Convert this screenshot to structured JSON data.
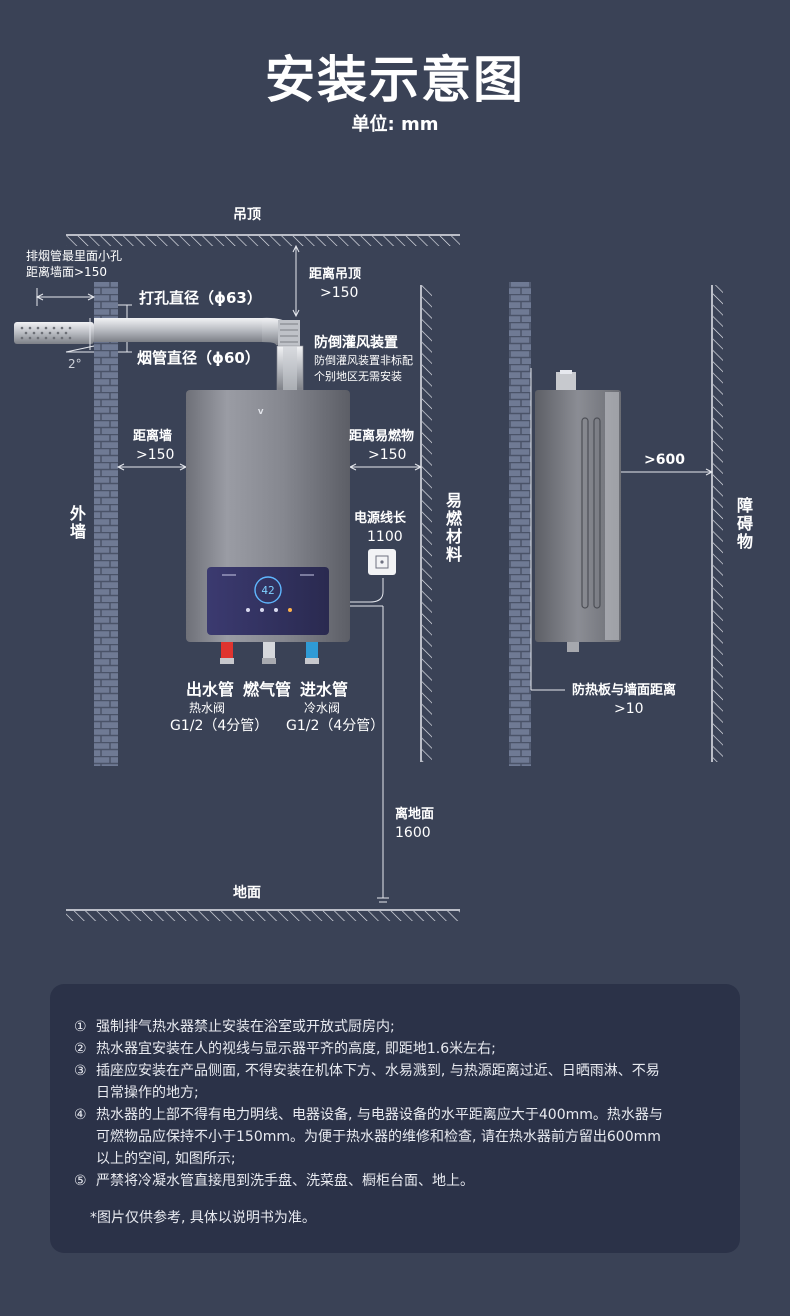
{
  "header": {
    "title": "安装示意图",
    "unit": "单位: mm"
  },
  "diagram": {
    "ceiling": "吊顶",
    "floor": "地面",
    "exhaust_hole_note_1": "排烟管最里面小孔",
    "exhaust_hole_note_2": "距离墙面>150",
    "angle": "2°",
    "hole_diameter": "打孔直径（ϕ63）",
    "pipe_diameter": "烟管直径（ϕ60）",
    "ceiling_distance_1": "距离吊顶",
    "ceiling_distance_2": ">150",
    "anti_backdraft": "防倒灌风装置",
    "anti_backdraft_note_1": "防倒灌风装置非标配",
    "anti_backdraft_note_2": "个别地区无需安装",
    "wall_distance_1": "距离墙",
    "wall_distance_2": ">150",
    "flammable_distance_1": "距离易燃物",
    "flammable_distance_2": ">150",
    "outer_wall": "外墙",
    "flammable_material": "易燃材料",
    "power_cord_1": "电源线长",
    "power_cord_2": "1100",
    "outlet_pipe": "出水管",
    "gas_pipe": "燃气管",
    "inlet_pipe": "进水管",
    "hot_valve": "热水阀",
    "cold_valve": "冷水阀",
    "hot_spec": "G1/2（4分管）",
    "cold_spec": "G1/2（4分管）",
    "floor_distance_1": "离地面",
    "floor_distance_2": "1600",
    "front_clearance": ">600",
    "obstacle": "障碍物",
    "heat_shield_1": "防热板与墙面距离",
    "heat_shield_2": ">10",
    "panel_display": "42"
  },
  "notes": [
    {
      "num": "①",
      "lines": [
        "强制排气热水器禁止安装在浴室或开放式厨房内;"
      ]
    },
    {
      "num": "②",
      "lines": [
        "热水器宜安装在人的视线与显示器平齐的高度, 即距地1.6米左右;"
      ]
    },
    {
      "num": "③",
      "lines": [
        "插座应安装在产品侧面, 不得安装在机体下方、水易溅到, 与热源距离过近、日晒雨淋、不易",
        "日常操作的地方;"
      ]
    },
    {
      "num": "④",
      "lines": [
        "热水器的上部不得有电力明线、电器设备, 与电器设备的水平距离应大于400mm。热水器与",
        "可燃物品应保持不小于150mm。为便于热水器的维修和检查, 请在热水器前方留出600mm",
        "以上的空间, 如图所示;"
      ]
    },
    {
      "num": "⑤",
      "lines": [
        "严禁将冷凝水管直接甩到洗手盘、洗菜盘、橱柜台面、地上。"
      ]
    }
  ],
  "footnote": "*图片仅供参考, 具体以说明书为准。",
  "colors": {
    "background": "#3a4256",
    "notes_panel": "#2b3248",
    "hot_pipe": "#e0342f",
    "cold_pipe": "#2f9bd6",
    "brick": "#6f7a94"
  }
}
